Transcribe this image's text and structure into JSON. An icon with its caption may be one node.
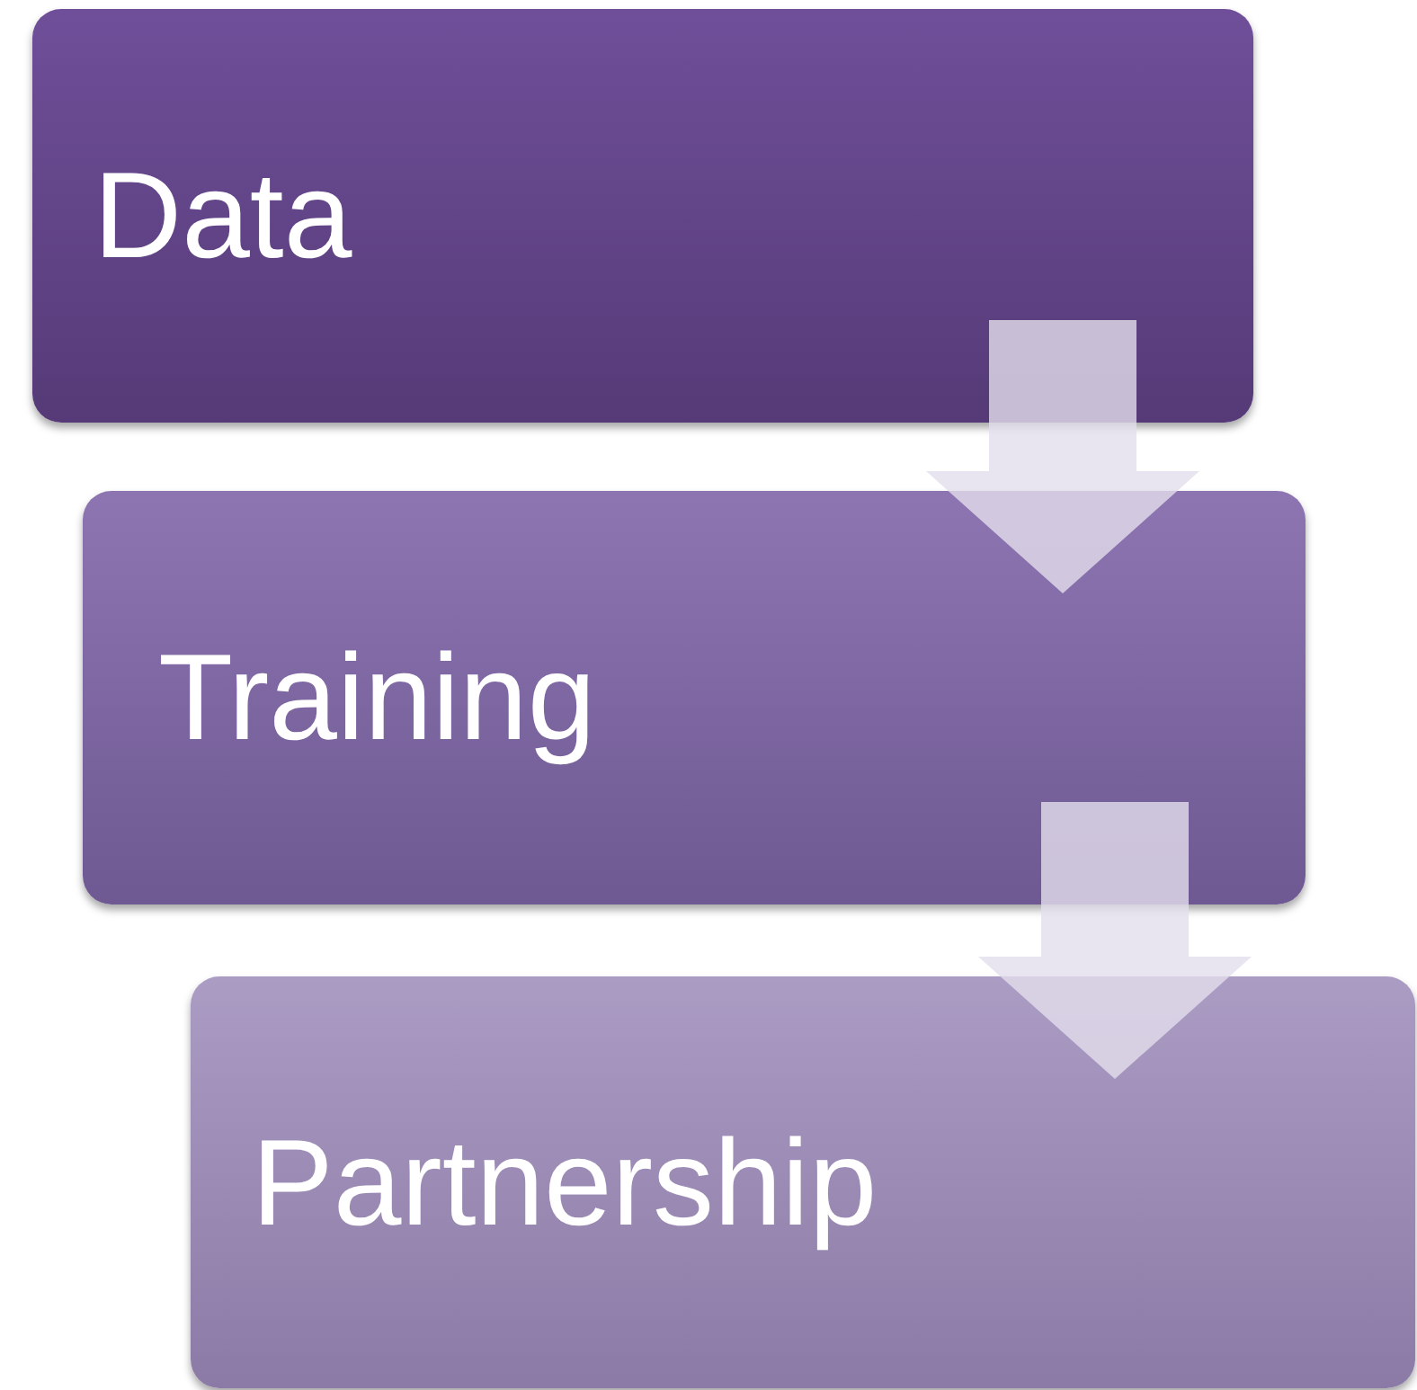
{
  "diagram": {
    "nodes": [
      {
        "text": [
          "Data"
        ]
      },
      {
        "text": [
          "Training"
        ]
      },
      {
        "text": [
          "Partnership"
        ]
      }
    ],
    "edges": [
      {
        "from": 0,
        "to": 1,
        "arrow": "to"
      },
      {
        "from": 1,
        "to": 2,
        "arrow": "to"
      }
    ]
  }
}
